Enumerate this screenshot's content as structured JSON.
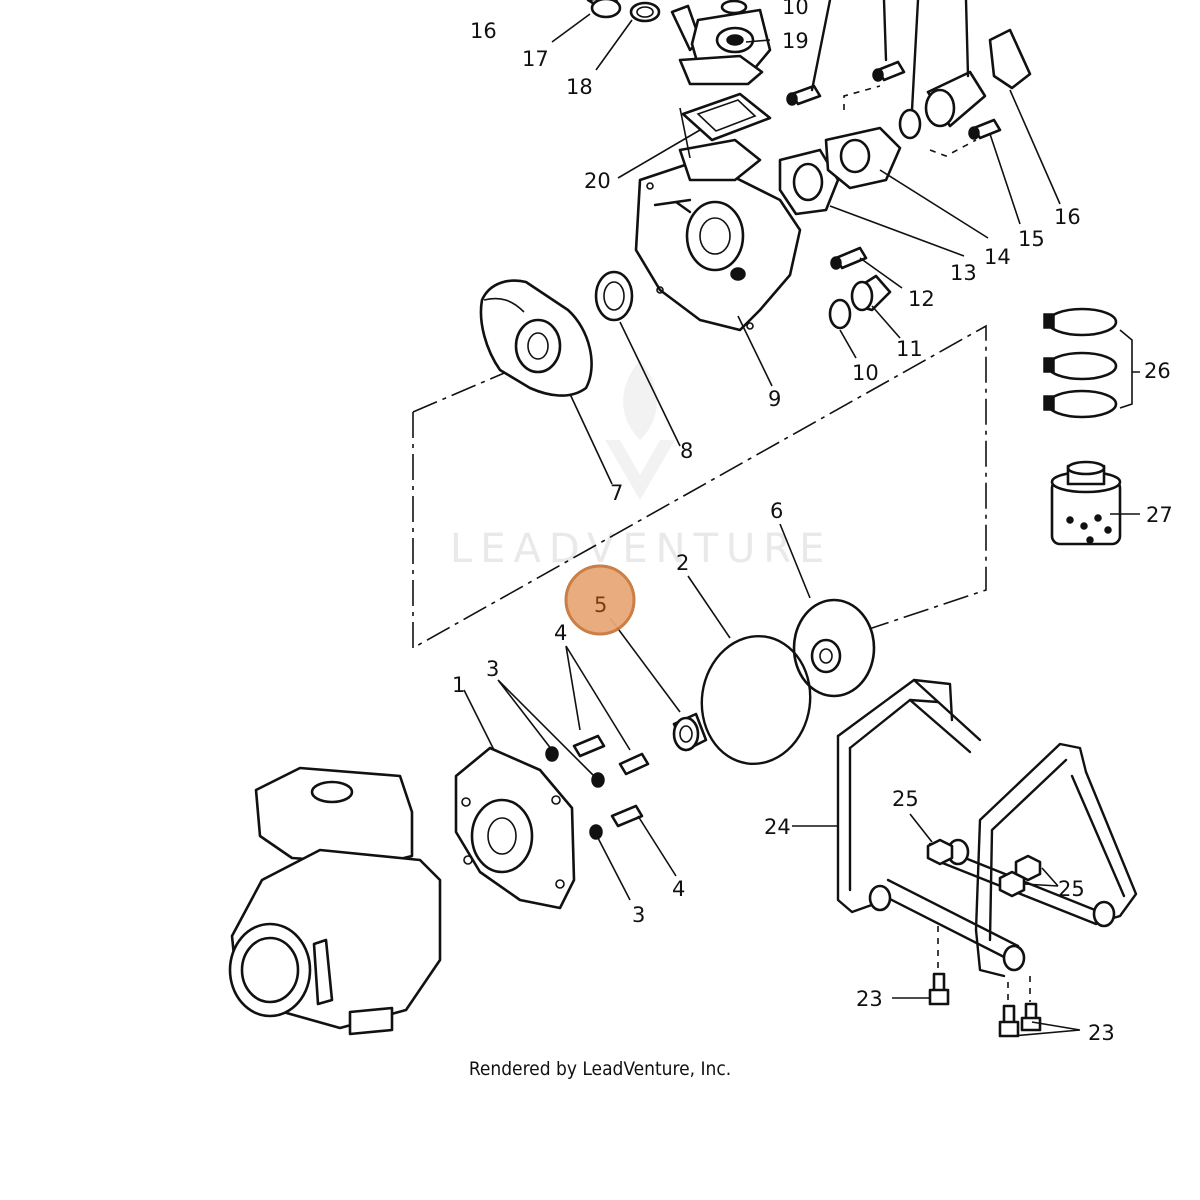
{
  "diagram": {
    "callouts": [
      {
        "id": "16a",
        "label": "16"
      },
      {
        "id": "17",
        "label": "17"
      },
      {
        "id": "18",
        "label": "18"
      },
      {
        "id": "10a",
        "label": "10"
      },
      {
        "id": "19",
        "label": "19"
      },
      {
        "id": "20",
        "label": "20"
      },
      {
        "id": "16b",
        "label": "16"
      },
      {
        "id": "15",
        "label": "15"
      },
      {
        "id": "14",
        "label": "14"
      },
      {
        "id": "13",
        "label": "13"
      },
      {
        "id": "12",
        "label": "12"
      },
      {
        "id": "11",
        "label": "11"
      },
      {
        "id": "10b",
        "label": "10"
      },
      {
        "id": "9",
        "label": "9"
      },
      {
        "id": "8",
        "label": "8"
      },
      {
        "id": "7",
        "label": "7"
      },
      {
        "id": "26",
        "label": "26"
      },
      {
        "id": "27",
        "label": "27"
      },
      {
        "id": "6",
        "label": "6"
      },
      {
        "id": "2",
        "label": "2"
      },
      {
        "id": "5",
        "label": "5"
      },
      {
        "id": "4a",
        "label": "4"
      },
      {
        "id": "3a",
        "label": "3"
      },
      {
        "id": "1",
        "label": "1"
      },
      {
        "id": "4b",
        "label": "4"
      },
      {
        "id": "3b",
        "label": "3"
      },
      {
        "id": "24",
        "label": "24"
      },
      {
        "id": "25a",
        "label": "25"
      },
      {
        "id": "25b",
        "label": "25"
      },
      {
        "id": "23a",
        "label": "23"
      },
      {
        "id": "23b",
        "label": "23"
      }
    ],
    "highlight": {
      "label": "5",
      "color": "#e8a878",
      "border_color": "#c9783c"
    },
    "watermark": "LEADVENTURE",
    "credit": "Rendered by LeadVenture, Inc."
  }
}
